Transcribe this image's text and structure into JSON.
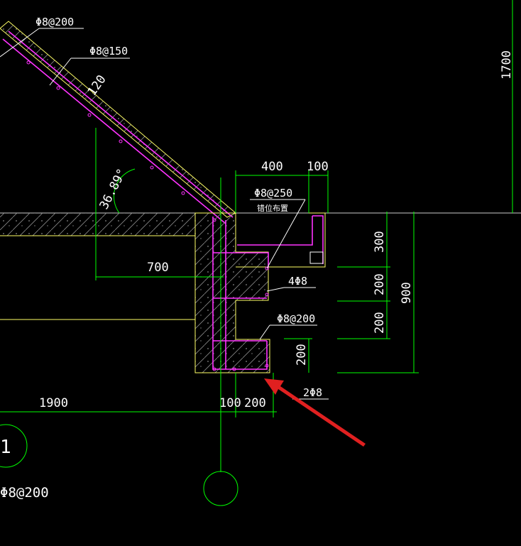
{
  "labels": {
    "rebar_top_a": "Φ8@200",
    "rebar_top_b": "Φ8@150",
    "slab_thickness": "120",
    "angle": "36.89°",
    "dim_400": "400",
    "dim_100_top": "100",
    "rebar_mid": "Φ8@250",
    "rebar_mid_note": "错位布置",
    "dim_1700": "1700",
    "dim_300": "300",
    "dim_200_a": "200",
    "dim_900": "900",
    "dim_200_b": "200",
    "dim_200_c": "200",
    "dim_700": "700",
    "rebar_4": "4Φ8",
    "rebar_low": "Φ8@200",
    "rebar_2": "2Φ8",
    "dim_1900": "1900",
    "dim_100_bot": "100",
    "dim_200_bot": "200",
    "axis_left": "1",
    "rebar_bottom_left": "Φ8@200"
  },
  "colors": {
    "background": "#000000",
    "dimension": "#00ff00",
    "outline": "#ffff66",
    "rebar": "#ff33ff",
    "text": "#ffffff",
    "arrow": "#e02020"
  }
}
